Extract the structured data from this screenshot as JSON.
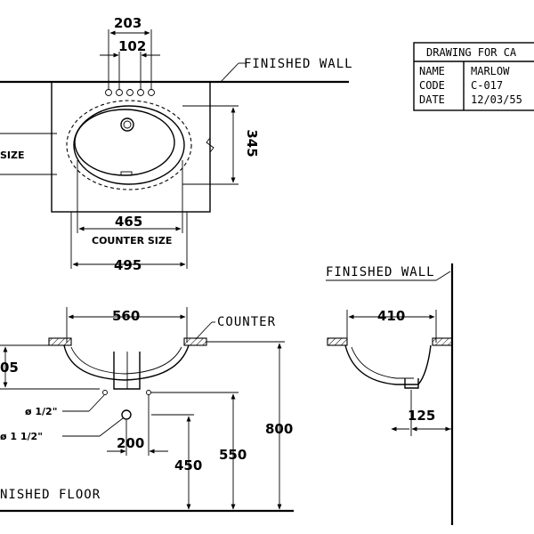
{
  "title_block": {
    "header": "DRAWING FOR CA",
    "rows": [
      {
        "key": "NAME",
        "value": "MARLOW"
      },
      {
        "key": "CODE",
        "value": "C-017"
      },
      {
        "key": "DATE",
        "value": "12/03/55"
      }
    ]
  },
  "labels": {
    "finished_wall_top": "FINISHED WALL",
    "finished_wall_right": "FINISHED WALL",
    "counter": "COUNTER",
    "finished_floor": "NISHED FLOOR",
    "size_left": "SIZE",
    "counter_size": "COUNTER SIZE"
  },
  "dimensions": {
    "d203": "203",
    "d102": "102",
    "d345": "345",
    "d465": "465",
    "d495": "495",
    "d560": "560",
    "d410": "410",
    "d05": "05",
    "d125": "125",
    "d200": "200",
    "d450": "450",
    "d550": "550",
    "d800": "800",
    "pipe_small": "ø 1/2\"",
    "pipe_large": "ø 1 1/2\""
  }
}
